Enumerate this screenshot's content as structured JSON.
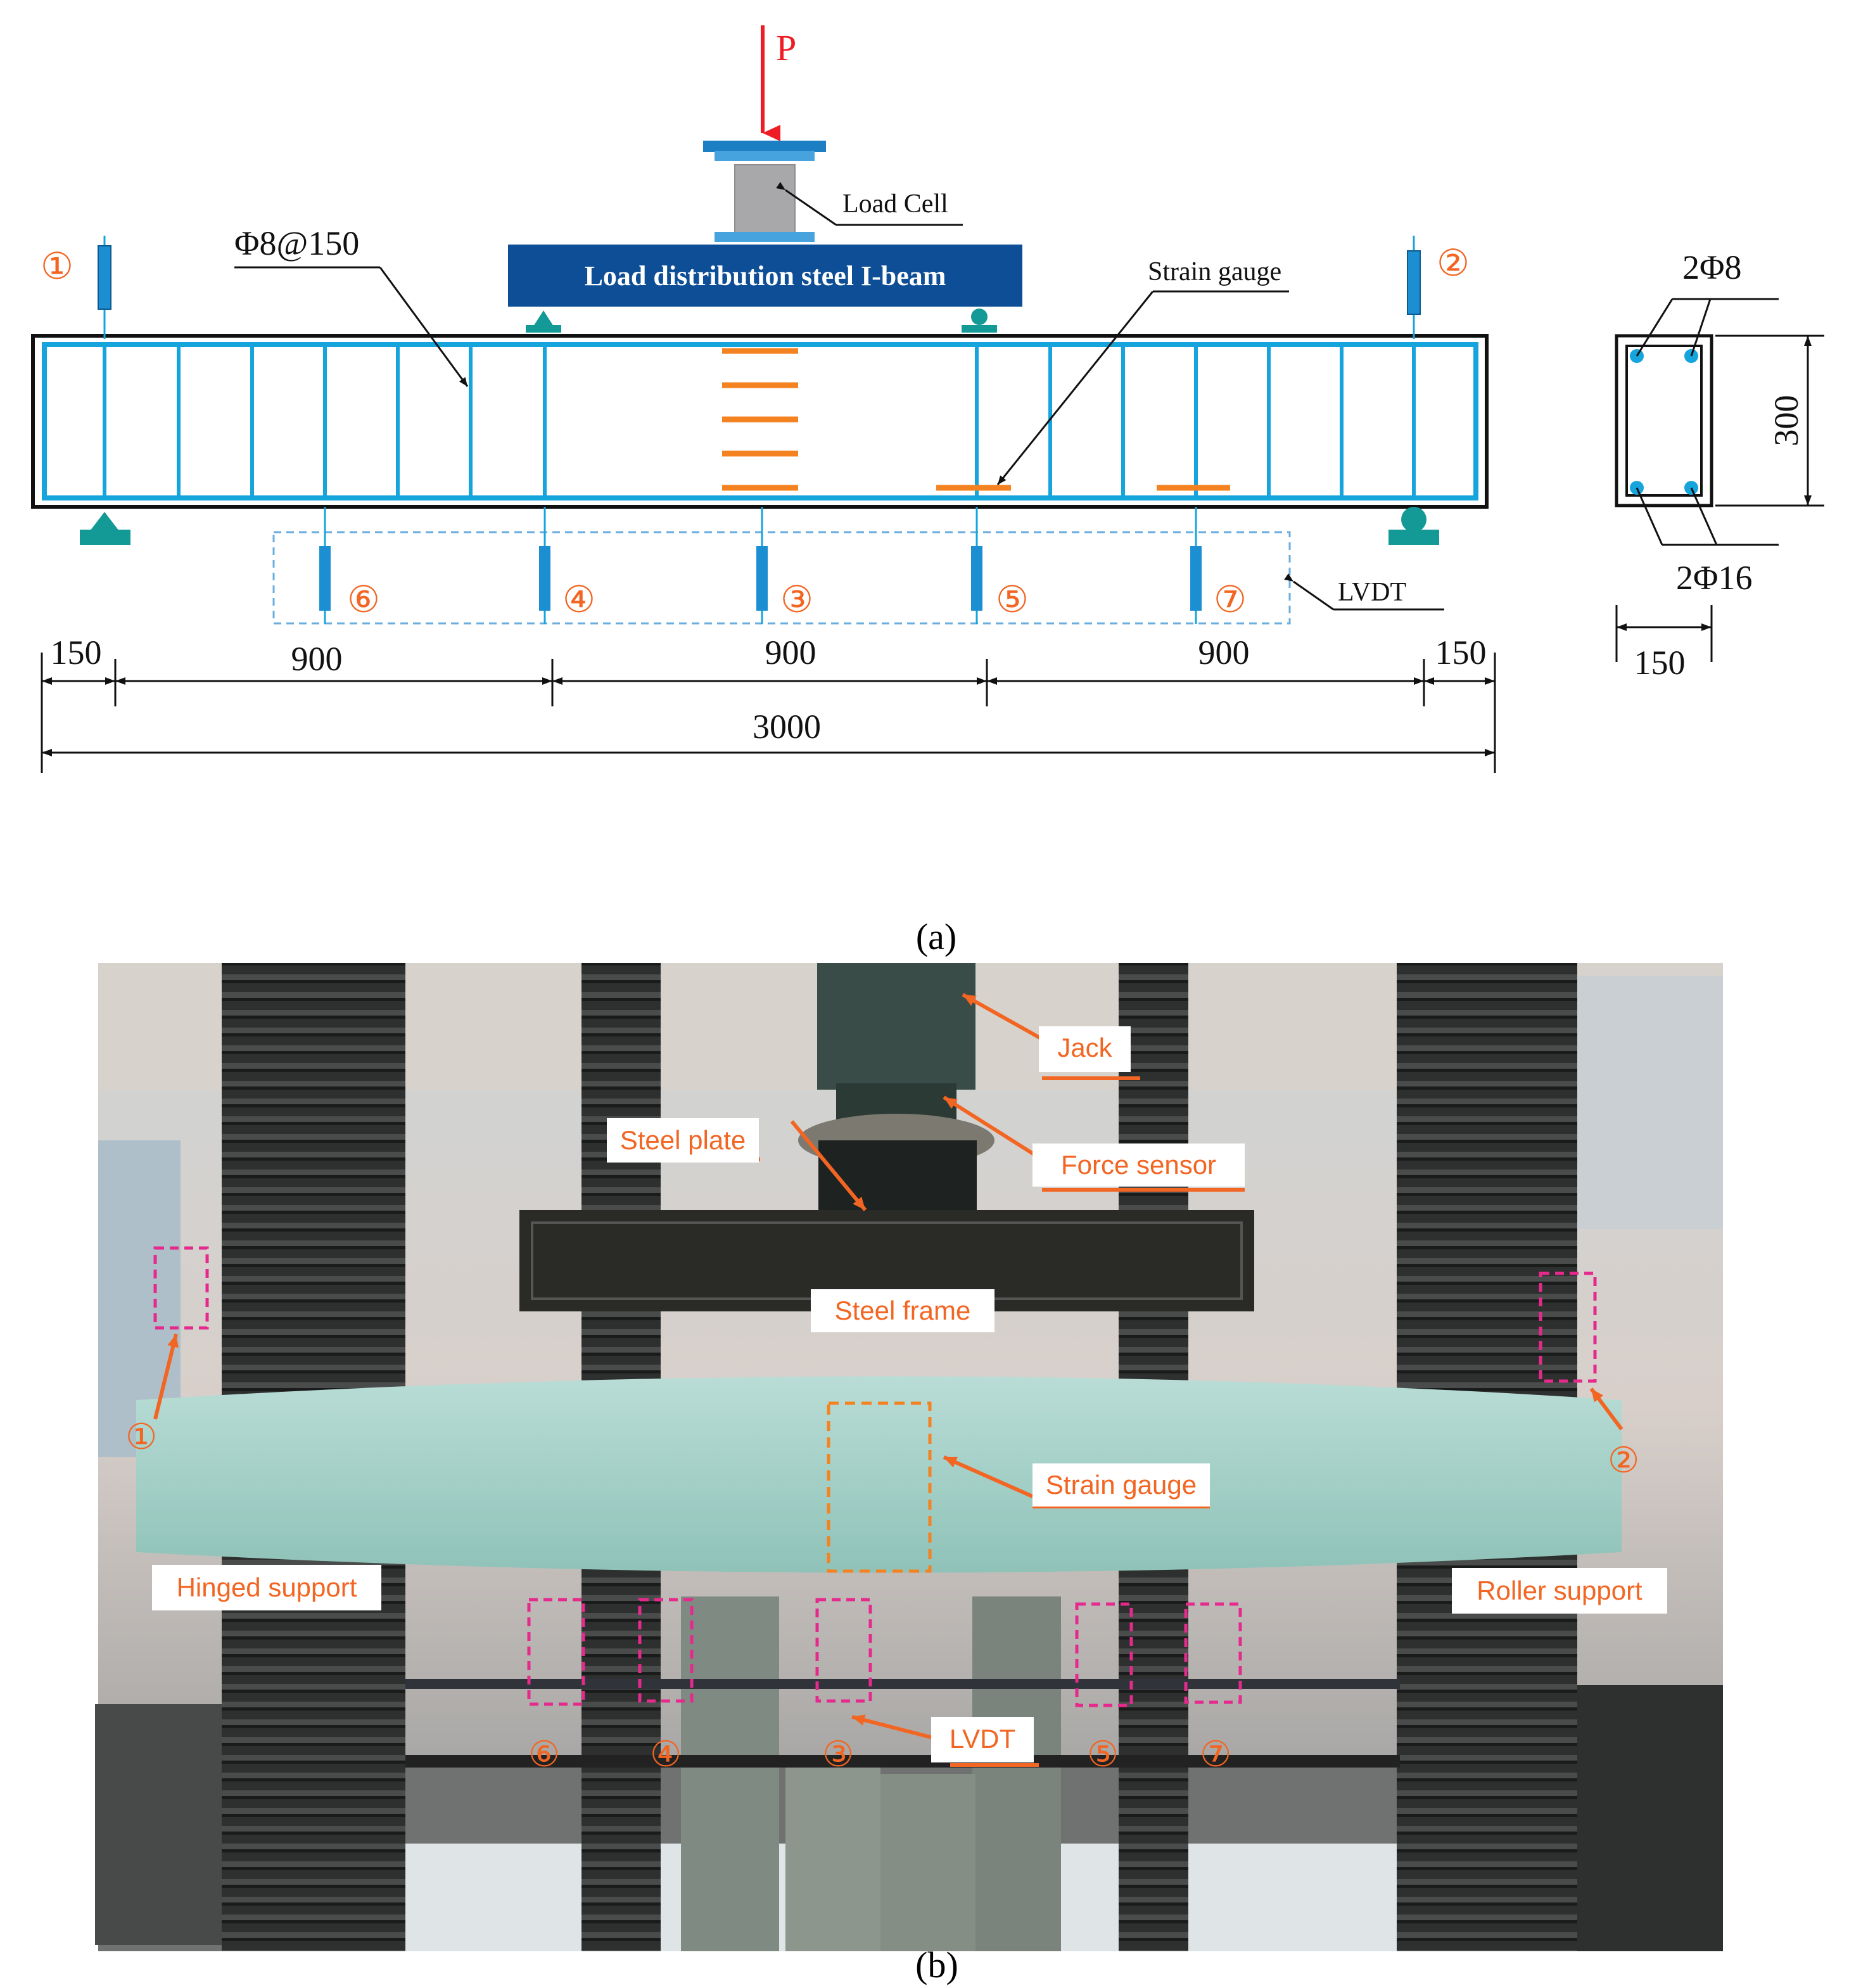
{
  "diagram": {
    "load_label": "P",
    "load_cell_label": "Load Cell",
    "i_beam_label": "Load distribution steel I-beam",
    "stirrup_label": "Φ8@150",
    "strain_gauge_label": "Strain gauge",
    "lvdt_label": "LVDT",
    "lvdt_numbers": [
      "⑥",
      "④",
      "③",
      "⑤",
      "⑦"
    ],
    "top_gauge_numbers": [
      "①",
      "②"
    ],
    "dimensions": {
      "end_left": "150",
      "span_1": "900",
      "span_2": "900",
      "span_3": "900",
      "end_right": "150",
      "total": "3000"
    },
    "section": {
      "top_bars": "2Φ8",
      "bottom_bars": "2Φ16",
      "height": "300",
      "width": "150"
    },
    "caption": "(a)"
  },
  "photo": {
    "labels": {
      "jack": "Jack",
      "steel_plate": "Steel plate",
      "force_sensor": "Force sensor",
      "steel_frame": "Steel frame",
      "strain_gauge": "Strain gauge",
      "hinged_support": "Hinged support",
      "roller_support": "Roller support",
      "lvdt": "LVDT"
    },
    "markers": [
      "①",
      "②",
      "⑥",
      "④",
      "③",
      "⑤",
      "⑦"
    ],
    "caption": "(b)"
  },
  "colors": {
    "rebar": "#16a4dc",
    "ibeam": "#0d4e96",
    "support": "#139a96",
    "load": "#ee1c24",
    "annotation": "#f26522",
    "dashed_box": "#e6298c",
    "lvdt_body": "#1b8fd2"
  }
}
